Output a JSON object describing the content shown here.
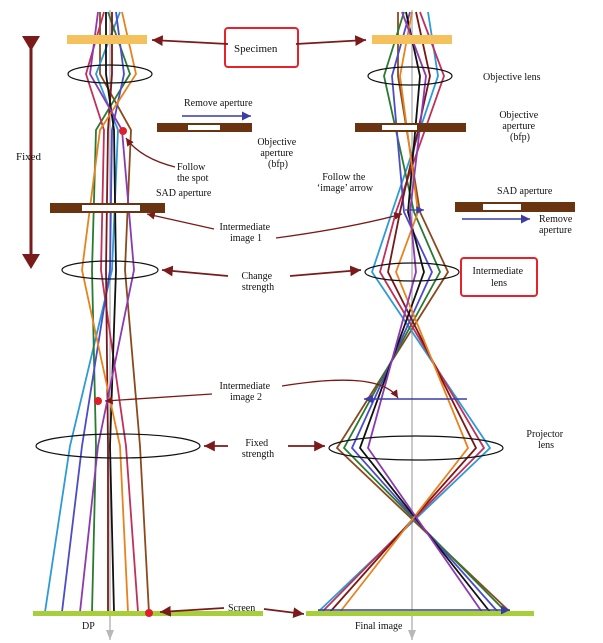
{
  "labels": {
    "fixed": "Fixed",
    "specimen": "Specimen",
    "objective_lens": "Objective lens",
    "remove_aperture_top": "Remove aperture",
    "objective_aperture_left": [
      "Objective",
      "aperture",
      "(bfp)"
    ],
    "objective_aperture_right": [
      "Objective",
      "aperture",
      "(bfp)"
    ],
    "follow_the_spot": [
      "Follow",
      "the spot"
    ],
    "sad_aperture_left": "SAD aperture",
    "sad_aperture_right": "SAD aperture",
    "remove_aperture_right": [
      "Remove",
      "aperture"
    ],
    "follow_image_arrow": [
      "Follow the",
      "‘image’ arrow"
    ],
    "intermediate_image_1": [
      "Intermediate",
      "image 1"
    ],
    "change_strength": [
      "Change",
      "strength"
    ],
    "intermediate_lens": [
      "Intermediate",
      "lens"
    ],
    "intermediate_image_2": [
      "Intermediate",
      "image 2"
    ],
    "fixed_strength": [
      "Fixed",
      "strength"
    ],
    "projector_lens": [
      "Projector",
      "lens"
    ],
    "screen": "Screen",
    "dp": "DP",
    "final_image": "Final image"
  },
  "colors": {
    "specimen": "#f5c15c",
    "aperture": "#6b3410",
    "arrow": "#7a1a1a",
    "highlight_box": "#e8212b",
    "blue_arrow": "#3c3ca8",
    "screen": "#a6cf3a",
    "spot": "#e01f2a",
    "axis": "#b8b8b8",
    "rays": [
      "#8a4a1e",
      "#2e9bd6",
      "#2a7a32",
      "#c0305a",
      "#4c4cc8",
      "#7a1818",
      "#111111",
      "#e8821e",
      "#8c3ab0"
    ]
  }
}
